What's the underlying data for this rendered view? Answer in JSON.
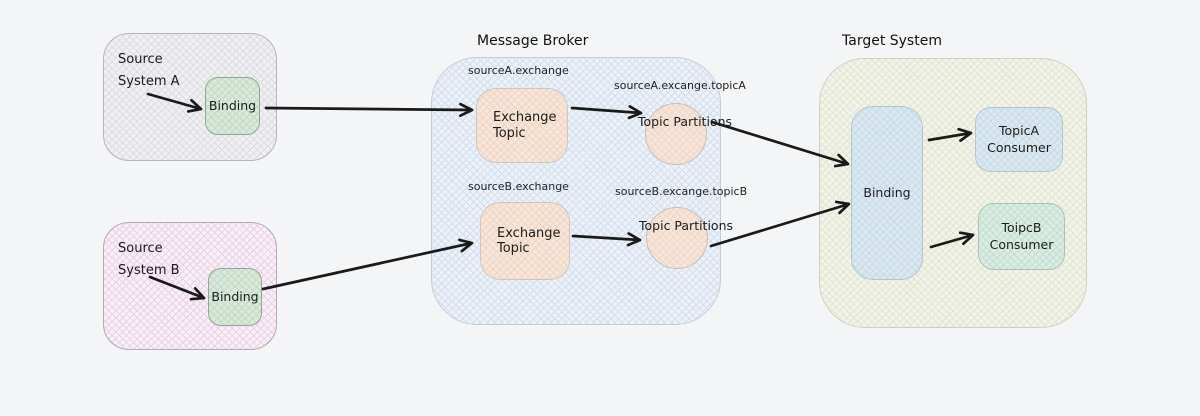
{
  "page": {
    "background": "#f4f5f6"
  },
  "source_system_a": {
    "title": "Source\nSystem A",
    "binding": "Binding"
  },
  "source_system_b": {
    "title": "Source\nSystem B",
    "binding": "Binding"
  },
  "message_broker": {
    "title": "Message Broker",
    "exchange_a_caption": "sourceA.exchange",
    "exchange_a": "Exchange\nTopic",
    "partitions_a_caption": "sourceA.excange.topicA",
    "partitions_a": "Topic\nPartitions",
    "exchange_b_caption": "sourceB.exchange",
    "exchange_b": "Exchange\nTopic",
    "partitions_b_caption": "sourceB.excange.topicB",
    "partitions_b": "Topic\nPartitions"
  },
  "target_system": {
    "title": "Target System",
    "binding": "Binding",
    "topic_a_consumer": "TopicA\nConsumer",
    "topic_b_consumer": "ToipcB\nConsumer"
  },
  "colors": {
    "arrow": "#1a1a1a",
    "source_a_fill": "#f0f0f3",
    "source_b_fill": "#f8eff7",
    "broker_fill": "#edf1f8",
    "target_fill": "#f2f4eb",
    "binding_green_fill": "#dbe9dc",
    "exchange_peach_fill": "#f8e6da",
    "binding_blue_fill": "#dbe8f0",
    "consumer_teal_fill": "#dbece3"
  }
}
